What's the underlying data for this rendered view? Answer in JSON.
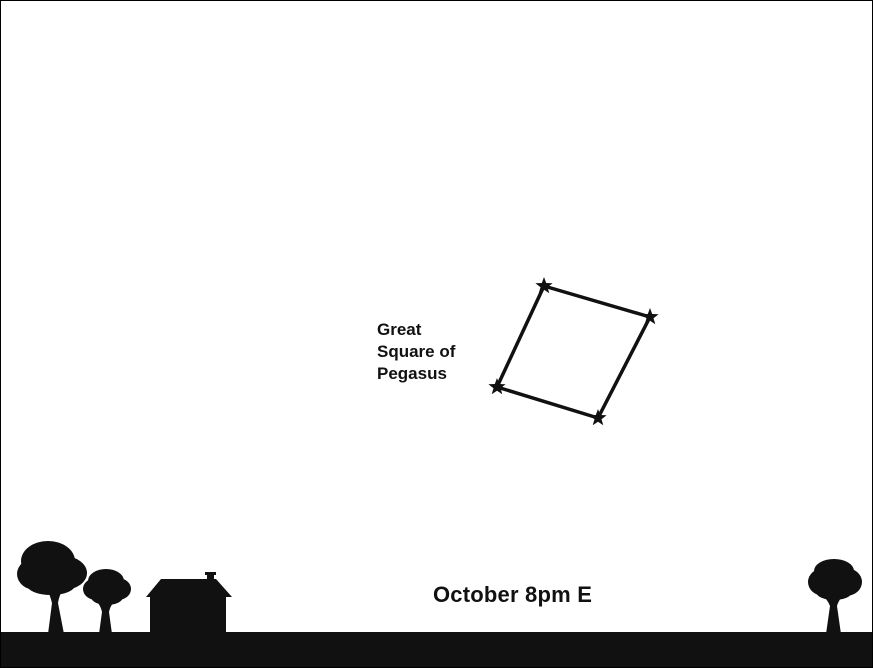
{
  "chart": {
    "constellation_label_lines": [
      "Great",
      "Square of",
      "Pegasus"
    ],
    "caption": "October 8pm E"
  },
  "colors": {
    "ink": "#111111",
    "background": "#ffffff"
  },
  "icons": {
    "star": "star-icon",
    "tree": "tree-icon",
    "house": "house-icon"
  }
}
